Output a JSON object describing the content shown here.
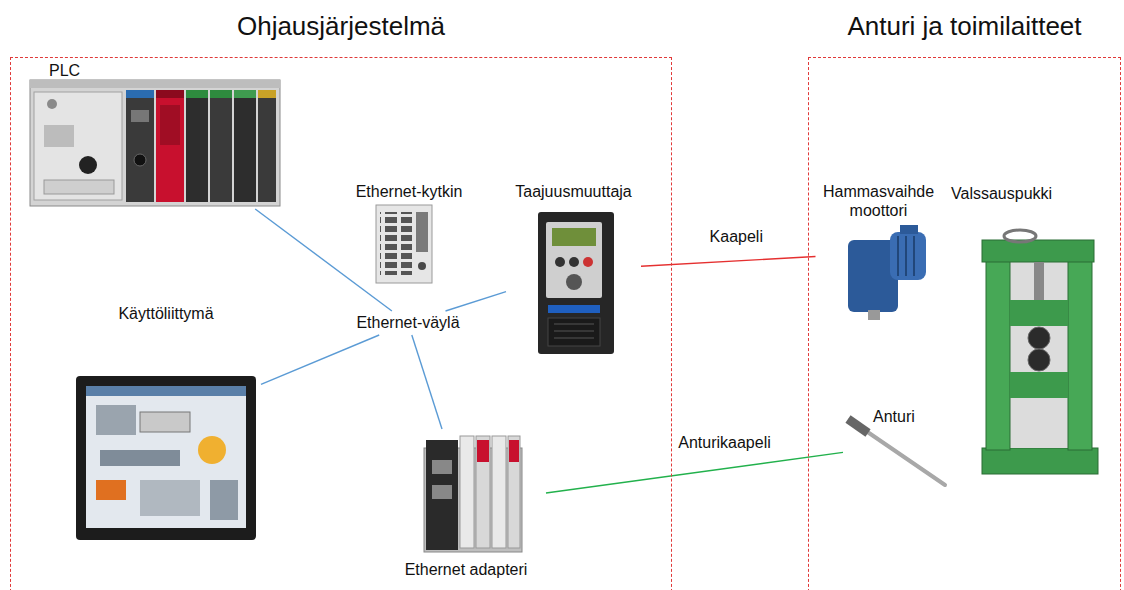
{
  "diagram": {
    "nodes": [
      {
        "text": [
          "Ohjausjärjestelmä"
        ]
      },
      {
        "text": [
          "PLC"
        ],
        "in": 0
      },
      {
        "text": [
          "Ethernet-kytkin"
        ],
        "in": 0
      },
      {
        "text": [
          "Taajuusmuuttaja"
        ],
        "in": 0
      },
      {
        "text": [
          "Ethernet-väylä"
        ],
        "in": 0
      },
      {
        "text": [
          "Käyttöliittymä"
        ],
        "in": 0
      },
      {
        "text": [
          "Ethernet adapteri"
        ],
        "in": 0
      },
      {
        "text": [
          "Anturi ja toimilaitteet"
        ]
      },
      {
        "text": [
          "Hammasvaihde moottori"
        ],
        "in": 7
      },
      {
        "text": [
          "Valssauspukki"
        ],
        "in": 7
      },
      {
        "text": [
          "Anturi"
        ],
        "in": 7
      }
    ],
    "edges": [
      {
        "from": 1,
        "to": 4,
        "arrow": "none"
      },
      {
        "from": 5,
        "to": 4,
        "arrow": "none"
      },
      {
        "from": 3,
        "to": 4,
        "arrow": "none"
      },
      {
        "from": 6,
        "to": 4,
        "arrow": "none"
      },
      {
        "from": 3,
        "to": 8,
        "label": "Kaapeli",
        "arrow": "none"
      },
      {
        "from": 6,
        "to": 10,
        "label": "Anturikaapeli",
        "arrow": "none"
      }
    ]
  }
}
